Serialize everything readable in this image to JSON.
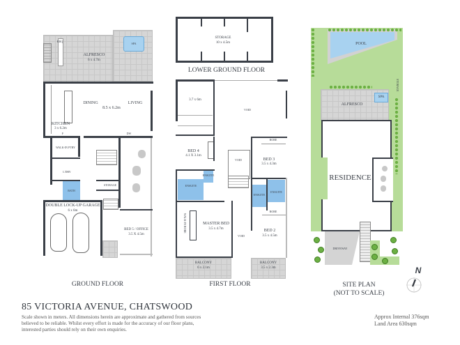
{
  "property": {
    "title": "85 VICTORIA AVENUE, CHATSWOOD",
    "disclaimer": "Scale shown in meters. All dimensions herein are approximate and gathered from sources believed to be reliable. Whilst every effort is made for the accuracy of our floor plans, interested parties should rely on their own enquiries.",
    "approx_internal": "Approx Internal 376sqm",
    "land_area": "Land Area 630sqm"
  },
  "compass": {
    "label": "N",
    "icon": "north-arrow-icon"
  },
  "colors": {
    "wall": "#3a3f47",
    "wet_area": "#8ec1ea",
    "tiles": "#d6d6d6",
    "grass": "#b7dc99",
    "water": "#a8d2f0",
    "shrub": "#6cb043"
  },
  "ground_floor": {
    "title": "GROUND FLOOR",
    "rooms": {
      "alfresco": {
        "name": "ALFRESCO",
        "size": "6 x 4.7m"
      },
      "spa": {
        "name": "SPA"
      },
      "dining": {
        "name": "DINING"
      },
      "living": {
        "name": "LIVING"
      },
      "dining_living_size": "8.5 x 6.2m",
      "kitchen": {
        "name": "KITCHEN",
        "size": "3 x 6.2m"
      },
      "walk_in_pantry": {
        "name": "WALK-IN PTRY"
      },
      "laundry": {
        "name": "L'DRY"
      },
      "bath": {
        "name": "BATH"
      },
      "storage": {
        "name": "STORAGE"
      },
      "garage": {
        "name": "DOUBLE LOCK-UP GARAGE",
        "size": "6 x 6m"
      },
      "bed5": {
        "name": "BED 5 / OFFICE",
        "size": "3.5 X 4.5m"
      },
      "fridge": "F",
      "dw": "DW",
      "bbq": "BBQ"
    }
  },
  "lower_ground_floor": {
    "title": "LOWER GROUND FLOOR",
    "rooms": {
      "storage": {
        "name": "STORAGE",
        "size": "10 x 4.5m"
      }
    }
  },
  "first_floor": {
    "title": "FIRST FLOOR",
    "rooms": {
      "void_room": {
        "size": "3.7 x 6m"
      },
      "void_main": {
        "name": "VOID"
      },
      "void_stair": {
        "name": "VOID"
      },
      "void_mid": {
        "name": "VOID"
      },
      "bed4": {
        "name": "BED 4",
        "size": "4.1 X 3.1m"
      },
      "bed3": {
        "name": "BED 3",
        "size": "3.5 x 4.3m"
      },
      "bed2": {
        "name": "BED 2",
        "size": "3.5 x 4.5m"
      },
      "master": {
        "name": "MASTER BED",
        "size": "3.5 x 4.7m"
      },
      "walk_in_robe": {
        "name": "WALK-IN ROBE"
      },
      "ensuite_1": {
        "name": "ENSUITE"
      },
      "ensuite_2": {
        "name": "ENSUITE"
      },
      "ensuite_3": {
        "name": "ENSUITE"
      },
      "ensuite_4": {
        "name": "ENSUITE"
      },
      "robe_1": "ROBE",
      "robe_2": "ROBE",
      "balcony_1": {
        "name": "BALCONY",
        "size": "6 x 2.1m"
      },
      "balcony_2": {
        "name": "BALCONY",
        "size": "3.5 x 2.3m"
      }
    }
  },
  "site_plan": {
    "title_1": "SITE PLAN",
    "title_2": "(NOT TO SCALE)",
    "labels": {
      "pool": "POOL",
      "spa": "SPA",
      "alfresco": "ALFRESCO",
      "residence": "RESIDENCE",
      "driveway": "DRIVEWAY",
      "storage": "STORAGE"
    }
  }
}
